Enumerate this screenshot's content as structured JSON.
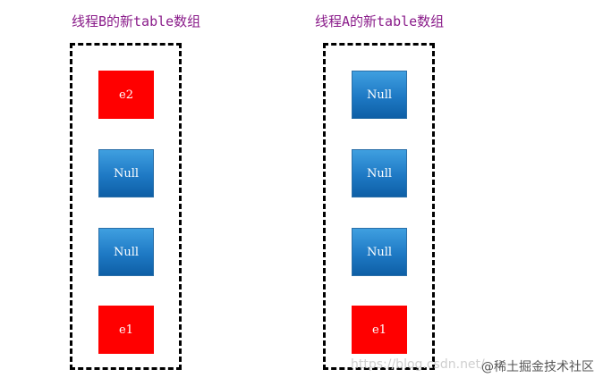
{
  "tables": [
    {
      "title": "线程B的新table数组",
      "cells": [
        {
          "label": "e2",
          "kind": "entry",
          "color": "#ff0000"
        },
        {
          "label": "Null",
          "kind": "null",
          "color": "#1e79c4"
        },
        {
          "label": "Null",
          "kind": "null",
          "color": "#1e79c4"
        },
        {
          "label": "e1",
          "kind": "entry",
          "color": "#ff0000"
        }
      ]
    },
    {
      "title": "线程A的新table数组",
      "cells": [
        {
          "label": "Null",
          "kind": "null",
          "color": "#1e79c4"
        },
        {
          "label": "Null",
          "kind": "null",
          "color": "#1e79c4"
        },
        {
          "label": "Null",
          "kind": "null",
          "color": "#1e79c4"
        },
        {
          "label": "e1",
          "kind": "entry",
          "color": "#ff0000"
        }
      ]
    }
  ],
  "watermark": {
    "url": "https://blog.csdn.net/",
    "brand": "@稀土掘金技术社区"
  }
}
